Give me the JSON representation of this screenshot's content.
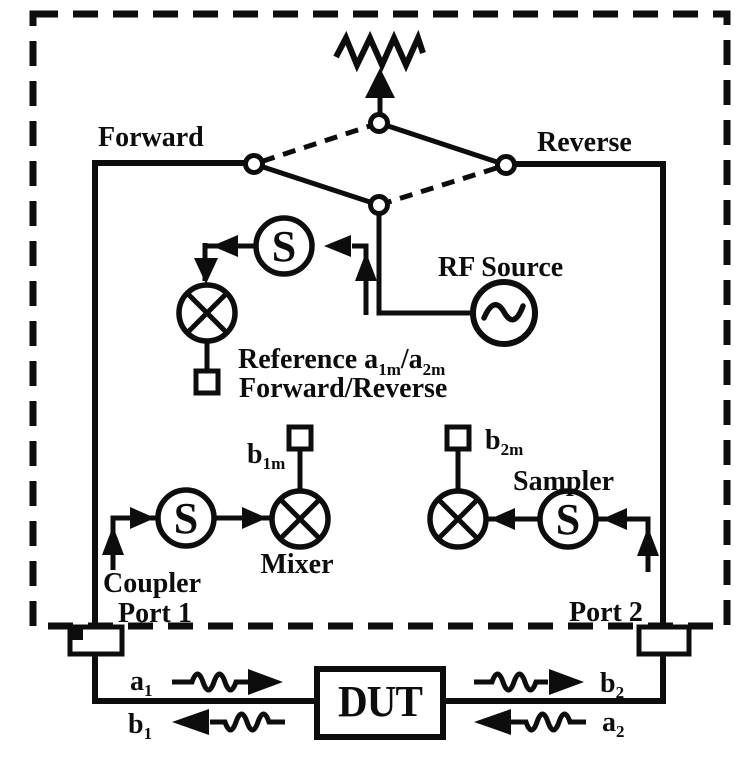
{
  "colors": {
    "ink": "#0d0d0d",
    "paper": "#ffffff"
  },
  "labels": {
    "forward": "Forward",
    "reverse": "Reverse",
    "rf_source": "RF Source",
    "reference_prefix": "Reference a",
    "reference_sub1": "1m",
    "reference_mid": "/a",
    "reference_sub2": "2m",
    "mode": "Forward/Reverse",
    "sampler_letter": "S",
    "sampler": "Sampler",
    "mixer": "Mixer",
    "coupler": "Coupler",
    "port1": "Port 1",
    "port2": "Port 2",
    "dut": "DUT",
    "b1m_base": "b",
    "b1m_sub": "1m",
    "b2m_base": "b",
    "b2m_sub": "2m",
    "a1_base": "a",
    "a1_sub": "1",
    "b1_base": "b",
    "b1_sub": "1",
    "b2_base": "b",
    "b2_sub": "2",
    "a2_base": "a",
    "a2_sub": "2"
  }
}
